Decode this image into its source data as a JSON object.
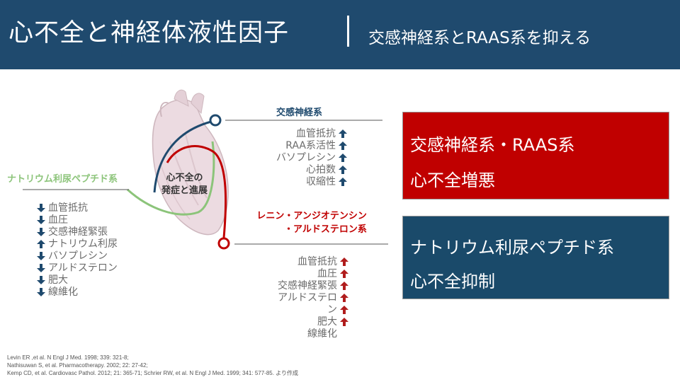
{
  "header": {
    "title": "心不全と神経体液性因子",
    "subtitle": "交感神経系とRAAS系を抑える"
  },
  "diagram": {
    "center_label_1": "心不全の",
    "center_label_2": "発症と進展",
    "sympathetic_label": "交感神経系",
    "sympathetic_effects": [
      "血管抵抗",
      "RAA系活性",
      "バソプレシン",
      "心拍数",
      "収縮性"
    ],
    "natriuretic_label": "ナトリウム利尿ペプチド系",
    "natriuretic_effects": [
      "血管抵抗",
      "血圧",
      "交感神経緊張",
      "ナトリウム利尿",
      "バソプレシン",
      "アルドステロン",
      "肥大",
      "線維化"
    ],
    "natriuretic_directions": [
      "down",
      "down",
      "down",
      "up",
      "down",
      "down",
      "down",
      "down"
    ],
    "raas_label_1": "レニン・アンジオテンシン",
    "raas_label_2": "・アルドステロン系",
    "raas_effects": [
      "血管抵抗",
      "血圧",
      "交感神経緊張",
      "アルドステロ",
      "ン",
      "肥大",
      "線維化"
    ],
    "raas_arrow_flags": [
      true,
      true,
      true,
      true,
      true,
      true,
      false
    ]
  },
  "boxes": {
    "red_line1": "交感神経系・RAAS系",
    "red_line2": "心不全増悪",
    "blue_line1": "ナトリウム利尿ペプチド系",
    "blue_line2": "心不全抑制"
  },
  "references": [
    "Levin ER ,et al. N Engl J Med. 1998; 339: 321-8;",
    "Nathisuwan S, et al. Pharmacotherapy. 2002; 22: 27-42;",
    "Kemp CD, et al. Cardiovasc Pathol. 2012; 21: 365-71; Schrier RW, et al. N Engl J Med. 1999; 341: 577-85. より作成"
  ],
  "colors": {
    "header_bg": "#1f4a6e",
    "sympathetic": "#1f4a6e",
    "natriuretic": "#8cc47a",
    "raas": "#c00000",
    "up_arrow_blue": "#1f4a6e",
    "up_arrow_red": "#b01c1c",
    "down_arrow_blue": "#1f4a6e"
  }
}
